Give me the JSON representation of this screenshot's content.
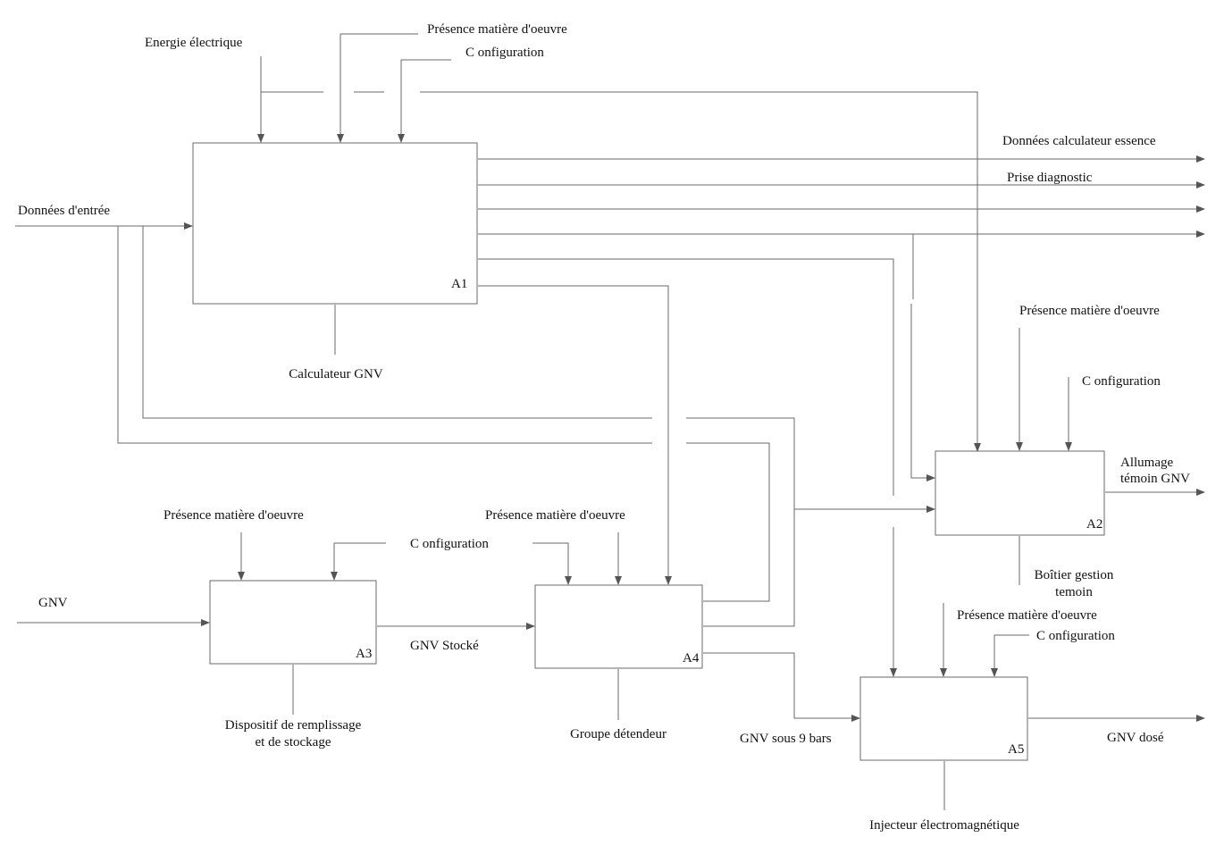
{
  "boxes": [
    {
      "id": "A1",
      "mechanism": "Calculateur GNV"
    },
    {
      "id": "A2",
      "mechanism": "Boîtier gestion temoin"
    },
    {
      "id": "A3",
      "mechanism": "Dispositif de remplissage et de stockage"
    },
    {
      "id": "A4",
      "mechanism": "Groupe détendeur"
    },
    {
      "id": "A5",
      "mechanism": "Injecteur électromagnétique"
    }
  ],
  "labels": {
    "energie_electrique": "Energie électrique",
    "presence_mo": "Présence matière d'oeuvre",
    "configuration": "C onfiguration",
    "donnees_entree": "Données d'entrée",
    "donnees_calc_essence": "Données calculateur essence",
    "prise_diagnostic": "Prise diagnostic",
    "calculateur_gnv": "Calculateur GNV",
    "allumage_1": "Allumage",
    "allumage_2": "témoin GNV",
    "boitier_1": "Boîtier gestion",
    "boitier_2": "temoin",
    "gnv": "GNV",
    "gnv_stocke": "GNV Stocké",
    "dispositif_1": "Dispositif de remplissage",
    "dispositif_2": "et de stockage",
    "groupe_detendeur": "Groupe détendeur",
    "gnv_9bars": "GNV sous 9 bars",
    "gnv_dose": "GNV dosé",
    "injecteur": "Injecteur électromagnétique"
  }
}
